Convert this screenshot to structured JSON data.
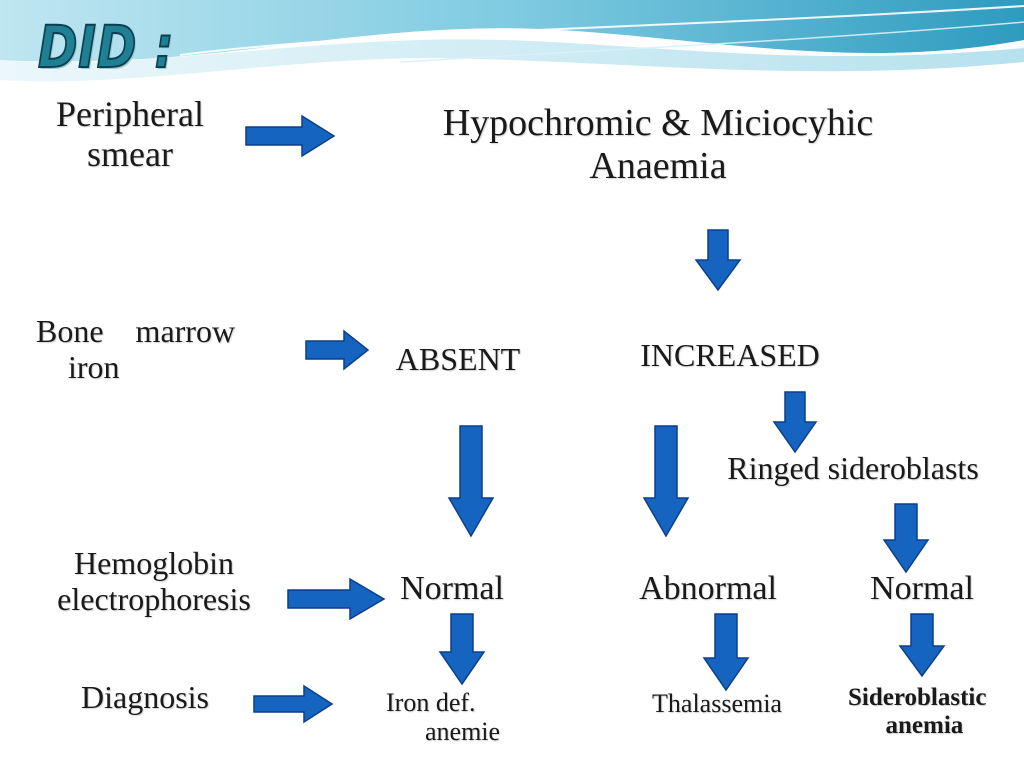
{
  "slide": {
    "title": "DID :",
    "colors": {
      "arrow_fill": "#1565c0",
      "arrow_stroke": "#0d3f8a",
      "title_fill": "#1f7f93",
      "text": "#1a1a1a",
      "wave_light": "#d7eef5",
      "wave_mid": "#8fd0e3",
      "wave_dark": "#39a3c4"
    }
  },
  "rows": {
    "peripheral_smear": "Peripheral\nsmear",
    "bone_marrow_iron": "Bone    marrow\n    iron",
    "hemoglobin_electrophoresis": "Hemoglobin\nelectrophoresis",
    "diagnosis": "Diagnosis"
  },
  "nodes": {
    "hypochromic": "Hypochromic & Miciocyhic\nAnaemia",
    "absent": "ABSENT",
    "increased": "INCREASED",
    "ringed_sideroblasts": "Ringed sideroblasts",
    "normal_left": "Normal",
    "abnormal": "Abnormal",
    "normal_right": "Normal",
    "iron_def": "Iron def.\n      anemie",
    "thalassemia": "Thalassemia",
    "sideroblastic": "Sideroblastic\n      anemia"
  }
}
